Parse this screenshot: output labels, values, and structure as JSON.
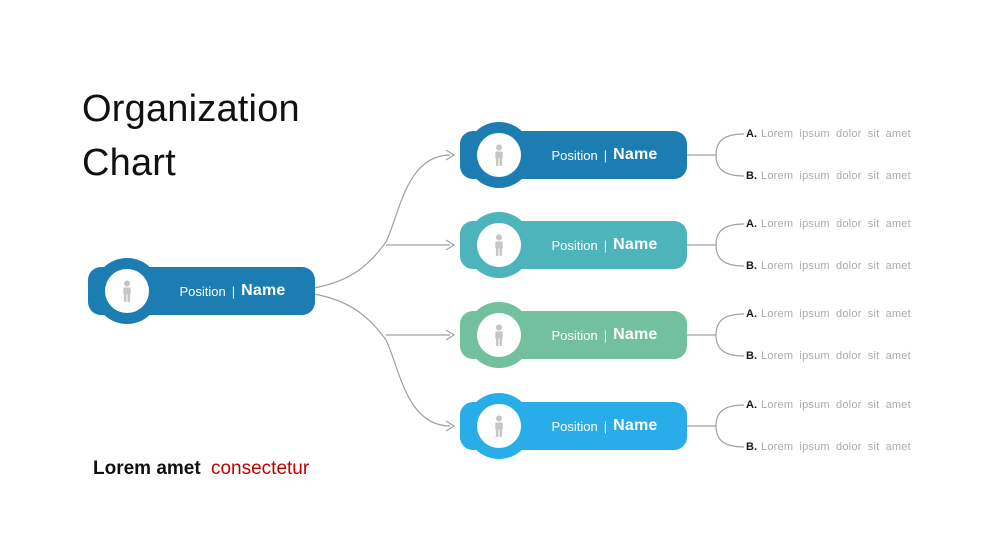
{
  "title": "Organization Chart",
  "footer": {
    "prefix": "Lorem amet",
    "highlight": "consectetur"
  },
  "root": {
    "position": "Position",
    "separator": "|",
    "name": "Name",
    "color": "#1b7db1"
  },
  "children": [
    {
      "position": "Position",
      "separator": "|",
      "name": "Name",
      "color": "#1b7db1",
      "items": [
        {
          "marker": "A.",
          "text": "Lorem ipsum dolor sit amet"
        },
        {
          "marker": "B.",
          "text": "Lorem ipsum dolor sit amet"
        }
      ]
    },
    {
      "position": "Position",
      "separator": "|",
      "name": "Name",
      "color": "#4db4bc",
      "items": [
        {
          "marker": "A.",
          "text": "Lorem ipsum dolor sit amet"
        },
        {
          "marker": "B.",
          "text": "Lorem ipsum dolor sit amet"
        }
      ]
    },
    {
      "position": "Position",
      "separator": "|",
      "name": "Name",
      "color": "#72c09d",
      "items": [
        {
          "marker": "A.",
          "text": "Lorem ipsum dolor sit amet"
        },
        {
          "marker": "B.",
          "text": "Lorem ipsum dolor sit amet"
        }
      ]
    },
    {
      "position": "Position",
      "separator": "|",
      "name": "Name",
      "color": "#29ade9",
      "items": [
        {
          "marker": "A.",
          "text": "Lorem ipsum dolor sit amet"
        },
        {
          "marker": "B.",
          "text": "Lorem ipsum dolor sit amet"
        }
      ]
    }
  ],
  "colors": {
    "connector": "#a0a0a0",
    "person_icon": "#c6c6c6",
    "footer_highlight": "#c00000",
    "item_marker": "#1a1a1a",
    "item_text": "#ababab",
    "title_text": "#111111",
    "background": "#ffffff"
  }
}
